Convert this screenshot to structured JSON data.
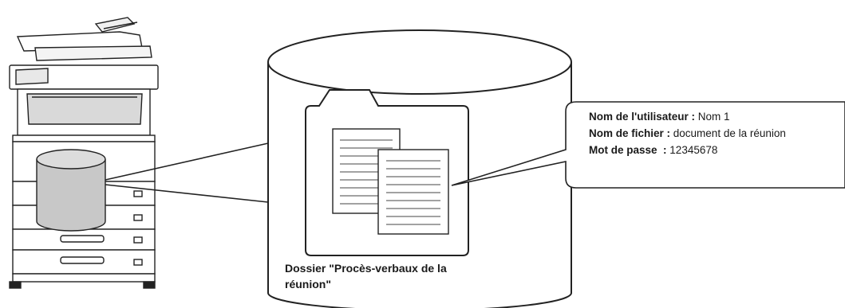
{
  "folder": {
    "caption_line1": "Dossier \"Procès-verbaux de la",
    "caption_line2": "réunion\""
  },
  "file_info": {
    "user_label": "Nom de l'utilisateur :",
    "user_value": "Nom 1",
    "file_label": "Nom de fichier :",
    "file_value": "document de la réunion",
    "password_label": "Mot de passe  :",
    "password_value": "12345678"
  }
}
